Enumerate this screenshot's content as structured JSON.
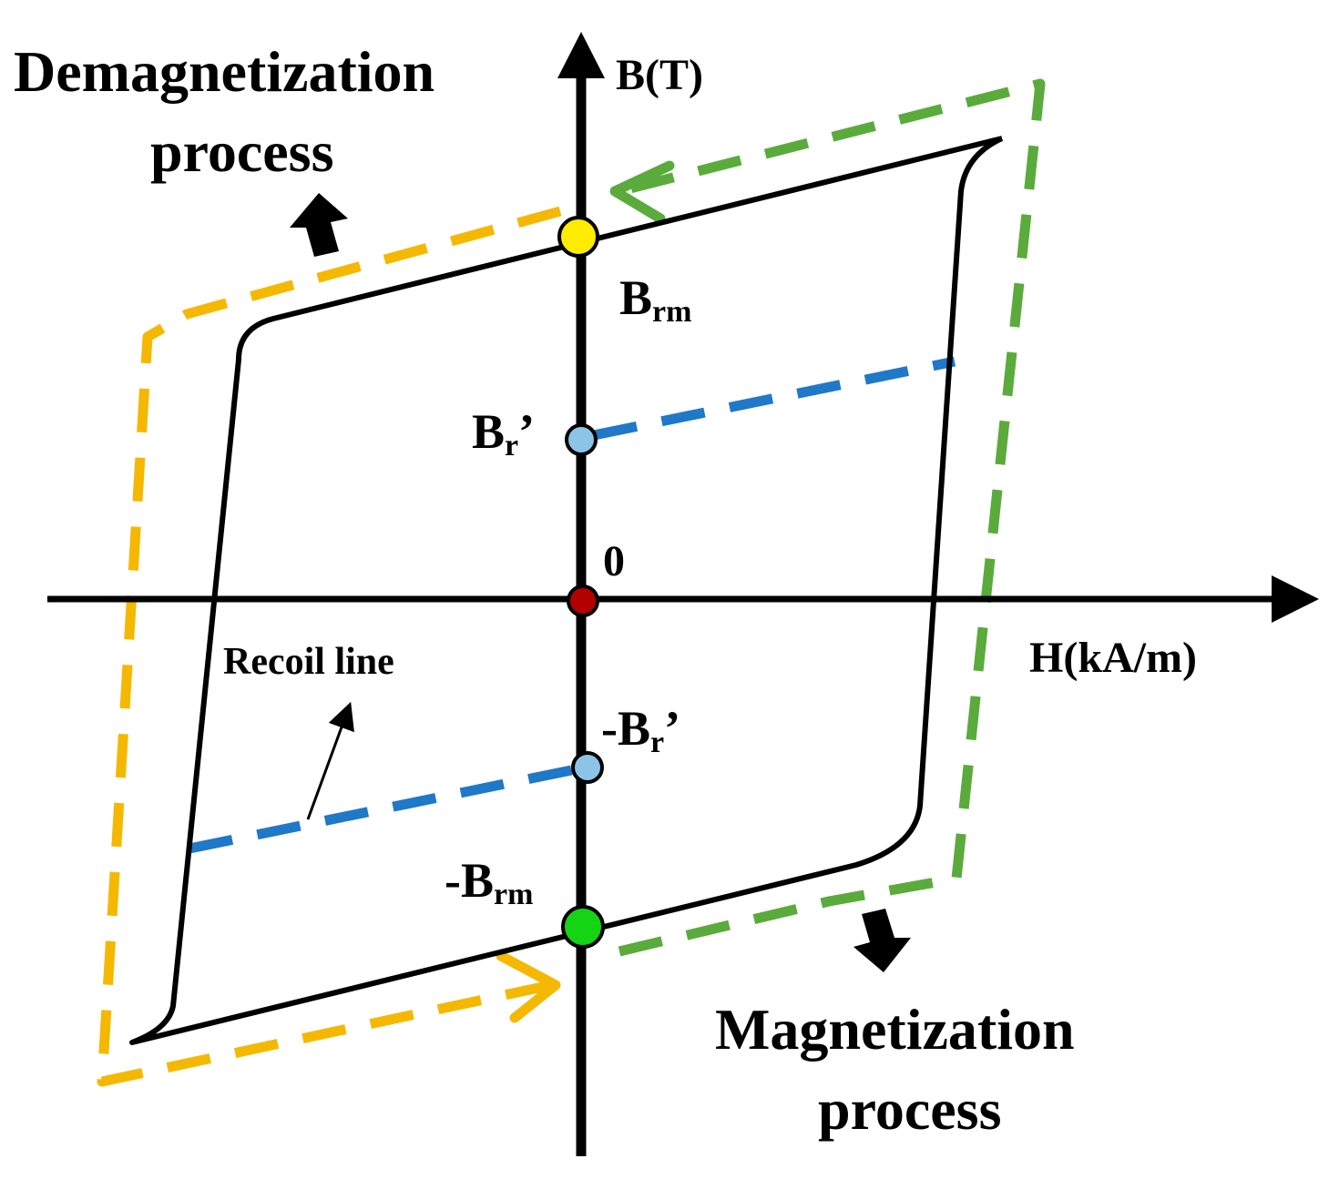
{
  "axes": {
    "y_label": "B(T)",
    "x_label": "H(kA/m)",
    "origin_label": "0"
  },
  "points": {
    "brm": {
      "main": "B",
      "sub": "rm",
      "suffix": ""
    },
    "br_prime": {
      "main": "B",
      "sub": "r",
      "suffix": "’"
    },
    "neg_br_prime": {
      "main": "-B",
      "sub": "r",
      "suffix": "’"
    },
    "neg_brm": {
      "main": "-B",
      "sub": "rm",
      "suffix": ""
    }
  },
  "annotations": {
    "demag_line1": "Demagnetization",
    "demag_line2": "process",
    "mag_line1": "Magnetization",
    "mag_line2": "process",
    "recoil": "Recoil line"
  },
  "colors": {
    "loop": "#000000",
    "demag_path": "#f5b800",
    "mag_path": "#5aab3c",
    "recoil_line": "#1f78c8",
    "brm_point": "#ffec00",
    "neg_brm_point": "#14d414",
    "br_prime_point": "#8cc4e8",
    "origin_point": "#b40000"
  }
}
